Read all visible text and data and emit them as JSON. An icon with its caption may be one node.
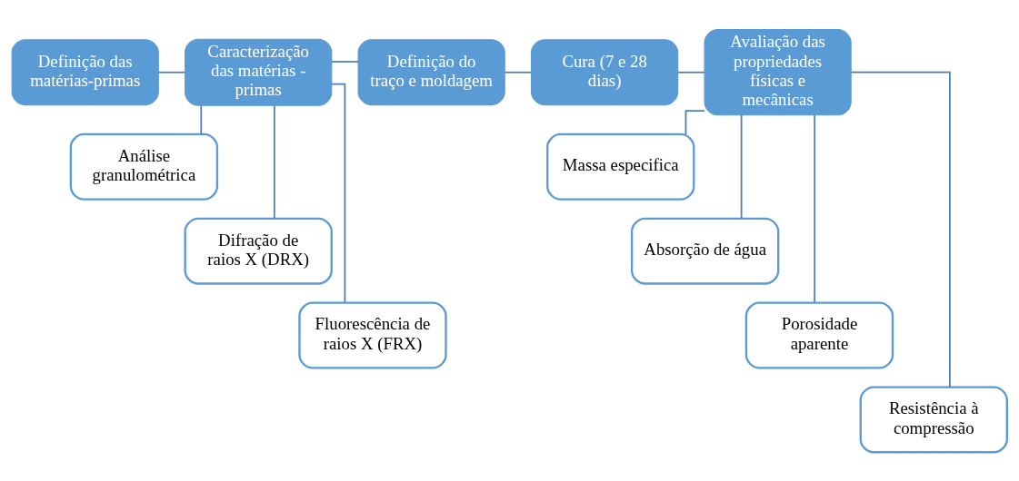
{
  "diagram": {
    "nodes": [
      {
        "text": [
          "Definição das matérias-primas"
        ]
      },
      {
        "text": [
          "Caracterização das matérias - primas"
        ]
      },
      {
        "text": [
          "Definição do traço e moldagem"
        ]
      },
      {
        "text": [
          "Cura (7 e 28 dias)"
        ]
      },
      {
        "text": [
          "Avaliação das propriedades físicas e mecânicas"
        ]
      },
      {
        "text": [
          "Análise granulométrica"
        ]
      },
      {
        "text": [
          "Difração de raios X (DRX)"
        ]
      },
      {
        "text": [
          "Fluorescência de raios X (FRX)"
        ]
      },
      {
        "text": [
          "Massa especifica"
        ]
      },
      {
        "text": [
          "Absorção de água"
        ]
      },
      {
        "text": [
          "Porosidade aparente"
        ]
      },
      {
        "text": [
          "Resistência à compressão"
        ]
      }
    ],
    "edges": [
      {
        "from": 0,
        "to": 1,
        "arrow": "none"
      },
      {
        "from": 1,
        "to": 2,
        "arrow": "none"
      },
      {
        "from": 2,
        "to": 3,
        "arrow": "none"
      },
      {
        "from": 3,
        "to": 4,
        "arrow": "none"
      },
      {
        "from": 1,
        "to": 5,
        "arrow": "none"
      },
      {
        "from": 1,
        "to": 6,
        "arrow": "none"
      },
      {
        "from": 1,
        "to": 7,
        "arrow": "none"
      },
      {
        "from": 4,
        "to": 8,
        "arrow": "none"
      },
      {
        "from": 4,
        "to": 9,
        "arrow": "none"
      },
      {
        "from": 4,
        "to": 10,
        "arrow": "none"
      },
      {
        "from": 4,
        "to": 11,
        "arrow": "none"
      }
    ]
  }
}
